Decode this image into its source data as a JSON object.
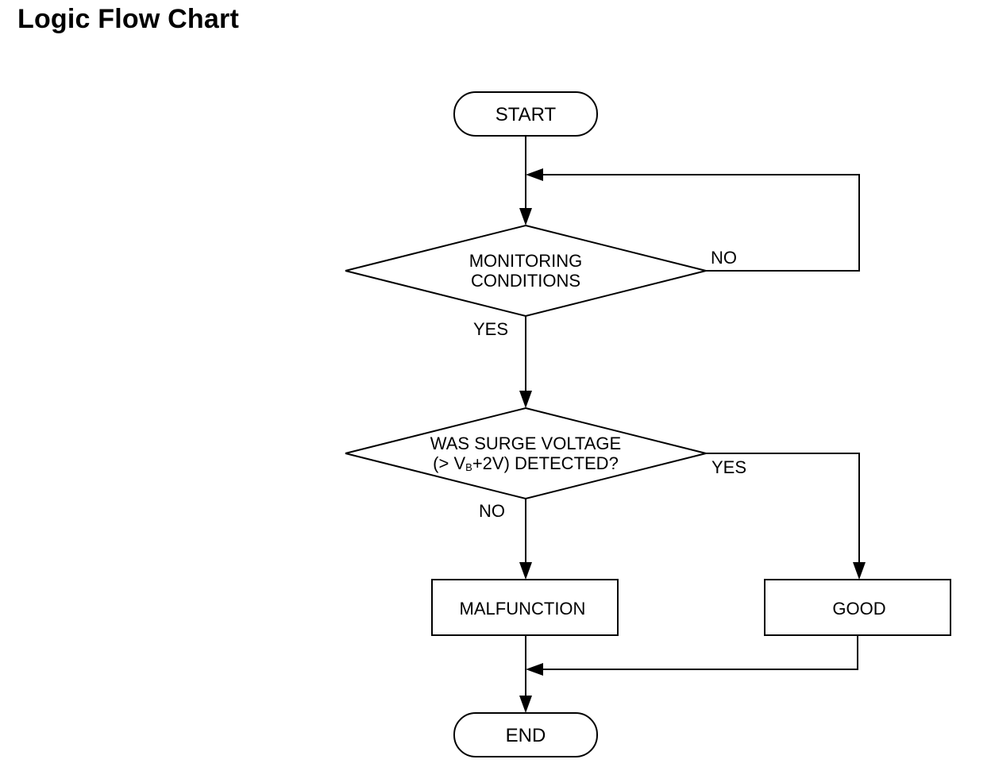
{
  "title": "Logic Flow Chart",
  "nodes": {
    "start": "START",
    "decision1": {
      "line1": "MONITORING",
      "line2": "CONDITIONS"
    },
    "decision2": {
      "line1": "WAS SURGE VOLTAGE",
      "line2_prefix": "(> V",
      "line2_subscript": "B",
      "line2_suffix": "+2V) DETECTED?"
    },
    "malfunction": "MALFUNCTION",
    "good": "GOOD",
    "end": "END"
  },
  "edges": {
    "decision1_no": "NO",
    "decision1_yes": "YES",
    "decision2_yes": "YES",
    "decision2_no": "NO"
  }
}
